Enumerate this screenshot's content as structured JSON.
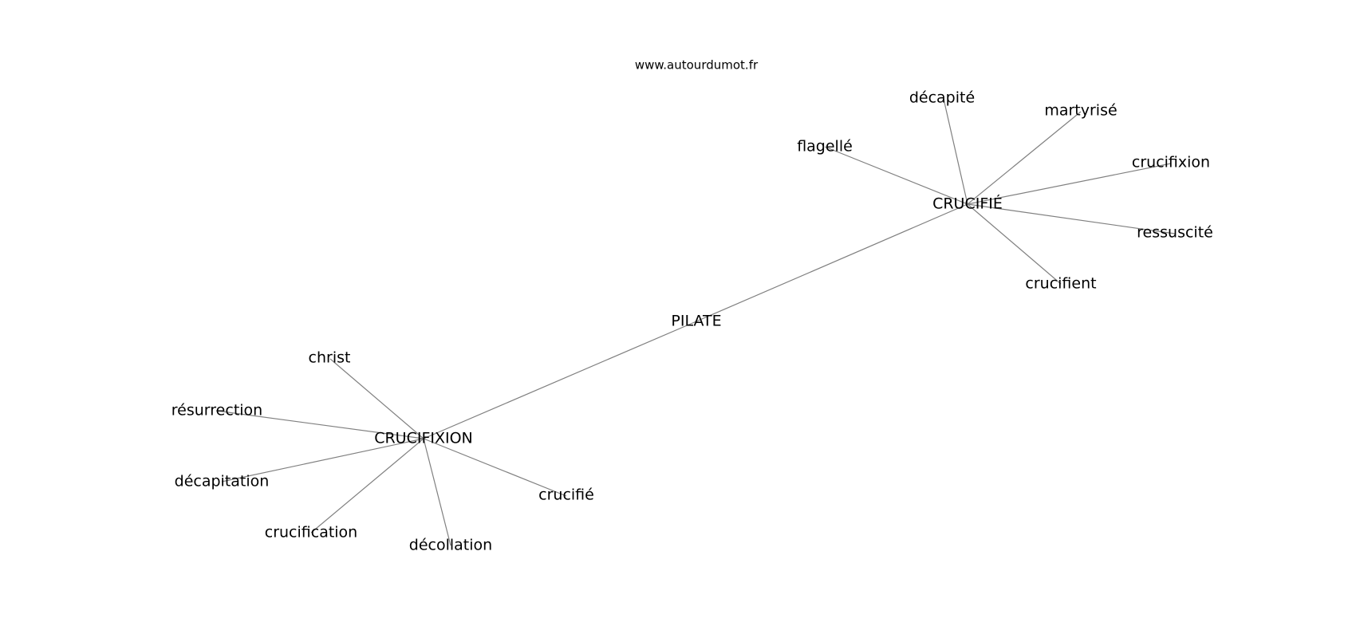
{
  "source": "www.autourdumot.fr",
  "graph": {
    "center": "PILATE",
    "hubs": [
      {
        "label": "CRUCIFIÉ",
        "neighbors": [
          "flagellé",
          "décapité",
          "martyrisé",
          "crucifixion",
          "ressuscité",
          "crucifient"
        ]
      },
      {
        "label": "CRUCIFIXION",
        "neighbors": [
          "christ",
          "résurrection",
          "décapitation",
          "crucification",
          "décollation",
          "crucifié"
        ]
      }
    ]
  }
}
